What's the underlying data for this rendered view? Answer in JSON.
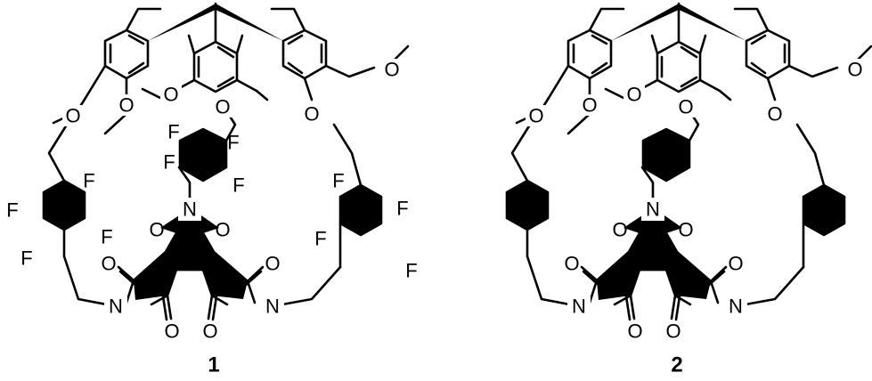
{
  "colors": {
    "core_blue": "#1a86e8",
    "fluoro_ring": "#5ba5ec",
    "phenyl_ring": "#bdbdbd"
  },
  "atoms": {
    "O": "O",
    "N": "N",
    "F": "F"
  },
  "compounds": [
    {
      "label": "1",
      "rings": "pentafluorophenyl"
    },
    {
      "label": "2",
      "rings": "phenyl"
    }
  ]
}
